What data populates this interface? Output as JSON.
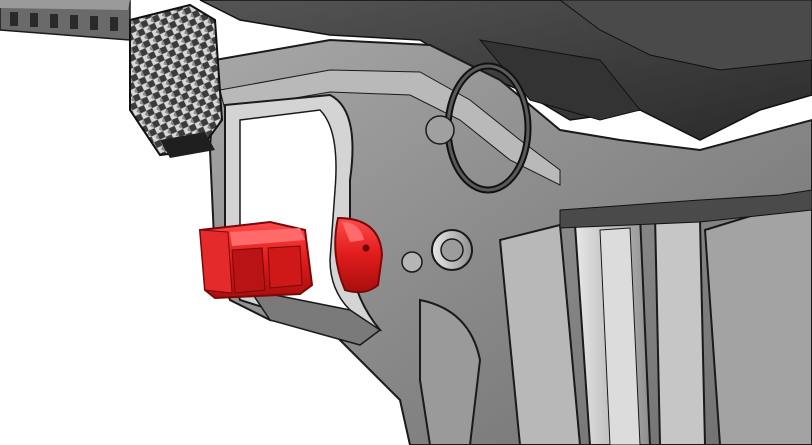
{
  "figure": {
    "kind": "technical-render",
    "subject": "firearm-lower-receiver-cutaway",
    "highlighted_part_color": "#e01b1b",
    "body_color": "#8e8e8e",
    "dark_part_color": "#3a3a3a",
    "outline_color": "#1a1a1a",
    "background_color": "#ffffff"
  },
  "parts": [
    {
      "name": "charging-handle-rail"
    },
    {
      "name": "knurled-magazine-release"
    },
    {
      "name": "trigger-guard"
    },
    {
      "name": "red-trigger-shoe-left"
    },
    {
      "name": "red-trigger-shoe-right"
    },
    {
      "name": "snap-ring"
    },
    {
      "name": "pivot-pin"
    },
    {
      "name": "grip-frame"
    }
  ]
}
